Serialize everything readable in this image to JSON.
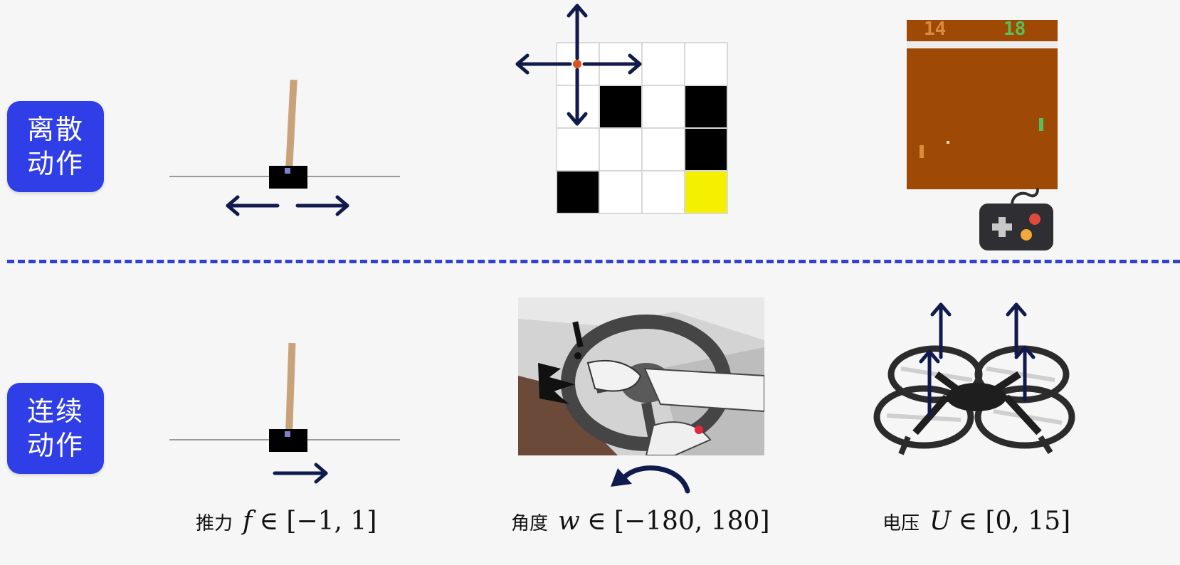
{
  "discrete": {
    "label_line1": "离散",
    "label_line2": "动作"
  },
  "continuous": {
    "label_line1": "连续",
    "label_line2": "动作"
  },
  "pong_score": {
    "left": "14",
    "right": "18"
  },
  "captions": {
    "cartpole": {
      "zh": "推力",
      "var": "f",
      "range": "∈ [−1, 1]"
    },
    "steering": {
      "zh": "角度",
      "var": "w",
      "range": "∈ [−180, 180]"
    },
    "drone": {
      "zh": "电压",
      "var": "U",
      "range": "∈ [0, 15]"
    }
  },
  "colors": {
    "badge": "#2f3ee6",
    "divider": "#3340d8",
    "arrow": "#111a4d",
    "pole": "#c9a27a",
    "pong_bg": "#9e4a06",
    "grid_goal": "#f5f000"
  }
}
